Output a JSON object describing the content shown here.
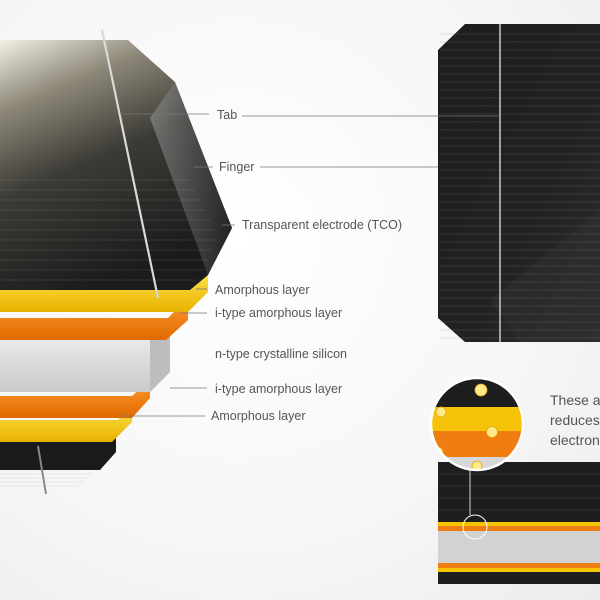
{
  "labels": {
    "tab": "Tab",
    "finger": "Finger",
    "tco": "Transparent electrode (TCO)",
    "amorphous_top": "Amorphous layer",
    "i_type_top": "i-type amorphous layer",
    "n_type": "n-type crystalline silicon",
    "i_type_bottom": "i-type amorphous layer",
    "amorphous_bottom": "Amorphous layer"
  },
  "caption": {
    "line1": "These a",
    "line2": "reduces",
    "line3": "electron"
  },
  "colors": {
    "amorphous": "#f5c400",
    "i_type": "#f07d12",
    "n_type": "#d8d8d8",
    "cell": "#1c1c1c",
    "callout_text": "#555555"
  }
}
